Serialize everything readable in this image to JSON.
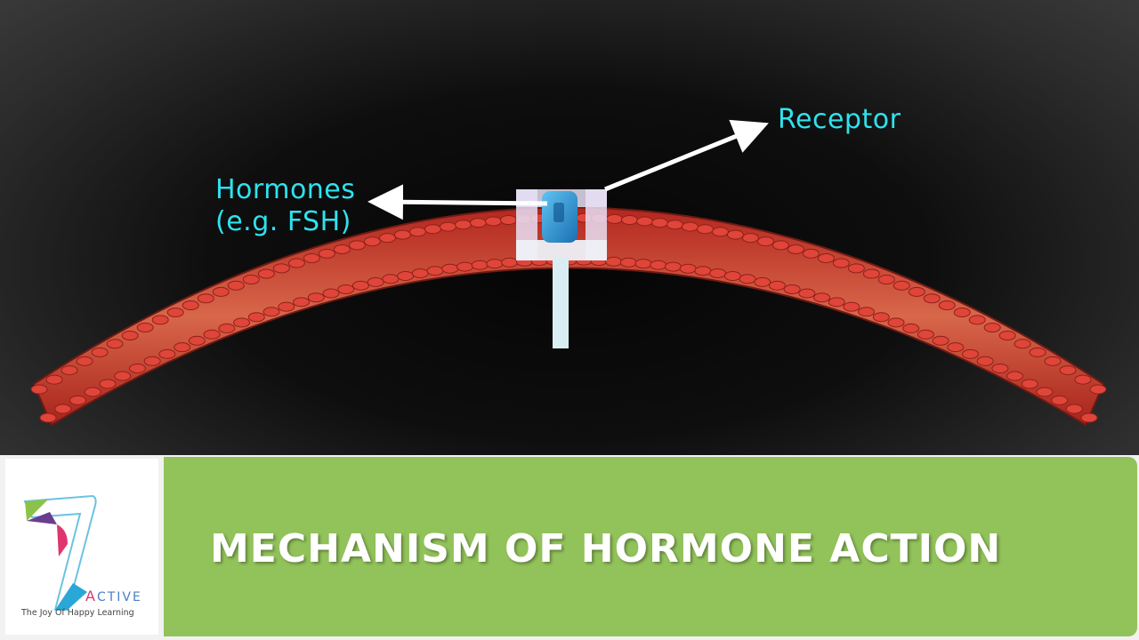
{
  "diagram": {
    "labels": {
      "receptor": "Receptor",
      "hormone_line1": "Hormones",
      "hormone_line2": "(e.g. FSH)"
    },
    "colors": {
      "label_text": "#2fe2ee",
      "membrane": "#c0392b",
      "receptor": "#e6e6f5",
      "hormone": "#2a8fd0",
      "arrow": "#ffffff"
    }
  },
  "footer": {
    "title": "MECHANISM OF HORMONE ACTION",
    "brand_first_letter": "A",
    "brand_rest": "CTIVE",
    "tagline": "The Joy Of Happy Learning",
    "logo_icon": "seven-logo-icon",
    "colors": {
      "title_bg": "#92c35a",
      "title_text": "#ffffff"
    }
  }
}
